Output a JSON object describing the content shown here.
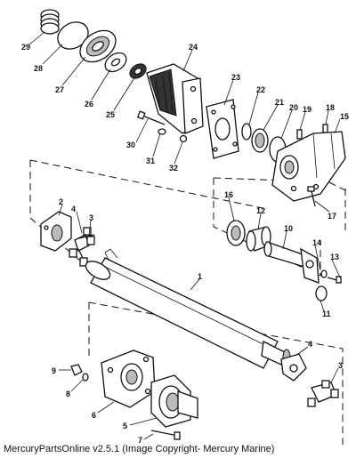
{
  "diagram": {
    "callouts": [
      "1",
      "2",
      "3",
      "4",
      "5",
      "6",
      "7",
      "8",
      "9",
      "10",
      "11",
      "12",
      "13",
      "14",
      "15",
      "16",
      "17",
      "18",
      "19",
      "20",
      "21",
      "22",
      "23",
      "24",
      "25",
      "26",
      "27",
      "28",
      "29",
      "30",
      "31",
      "32",
      "3",
      "4"
    ]
  },
  "footer": {
    "credit": "MercuryPartsOnline v2.5.1 (Image Copyright- Mercury Marine)"
  }
}
